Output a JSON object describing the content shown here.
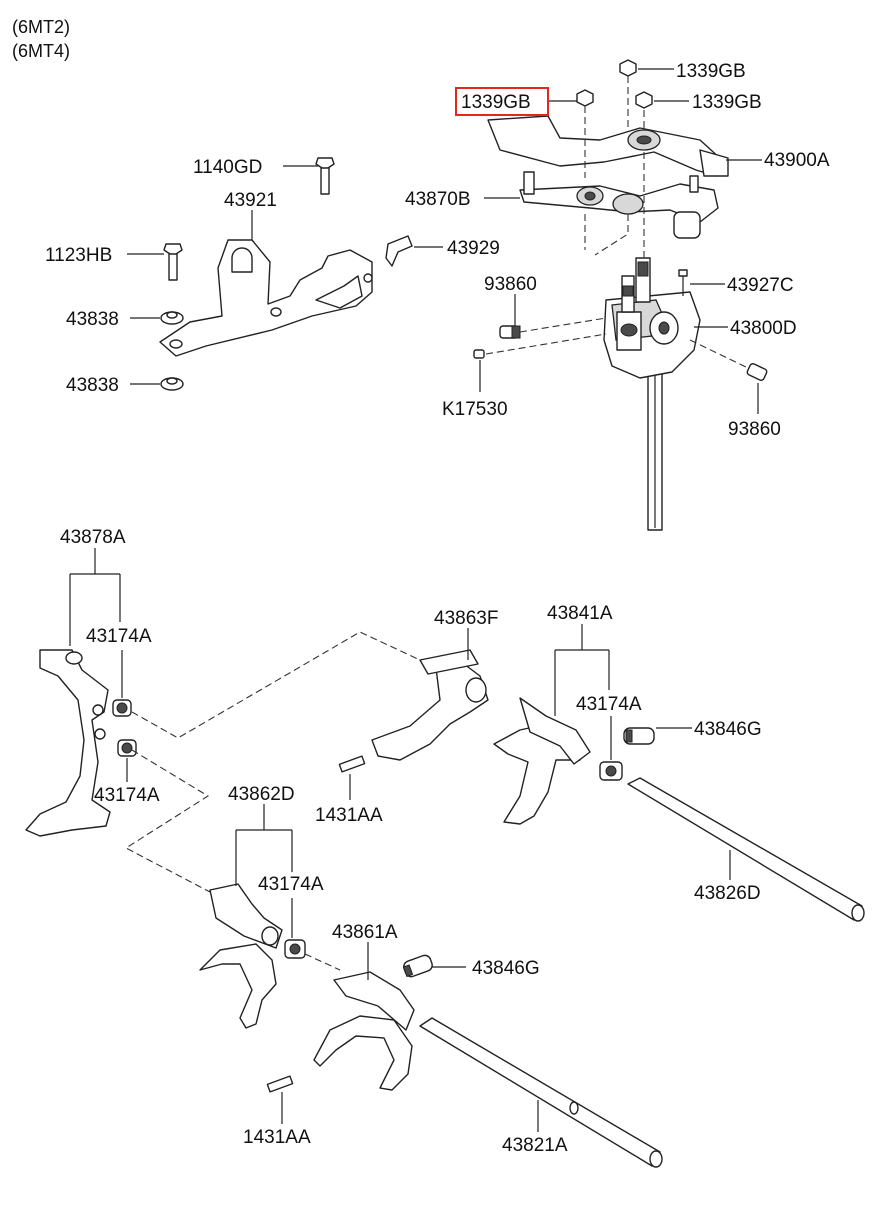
{
  "header": {
    "variants": [
      "(6MT2)",
      "(6MT4)"
    ]
  },
  "highlight_color": "#e0281e",
  "callouts": {
    "c1339gb_top": "1339GB",
    "c1339gb_highlighted": "1339GB",
    "c1339gb_right": "1339GB",
    "c43900a": "43900A",
    "c1140gd": "1140GD",
    "c43921": "43921",
    "c43870b": "43870B",
    "c1123hb": "1123HB",
    "c43929": "43929",
    "c93860_upper": "93860",
    "c43927c": "43927C",
    "c43838_upper": "43838",
    "c43800d": "43800D",
    "c43838_lower": "43838",
    "ck17530": "K17530",
    "c93860_lower": "93860",
    "c43878a": "43878A",
    "c43863f": "43863F",
    "c43841a": "43841A",
    "c43174a_1": "43174A",
    "c43174a_2": "43174A",
    "c43846g_upper": "43846G",
    "c43174a_3": "43174A",
    "c1431aa_upper": "1431AA",
    "c43862d": "43862D",
    "c43826d": "43826D",
    "c43174a_4": "43174A",
    "c43861a": "43861A",
    "c43846g_lower": "43846G",
    "c1431aa_lower": "1431AA",
    "c43821a": "43821A"
  }
}
